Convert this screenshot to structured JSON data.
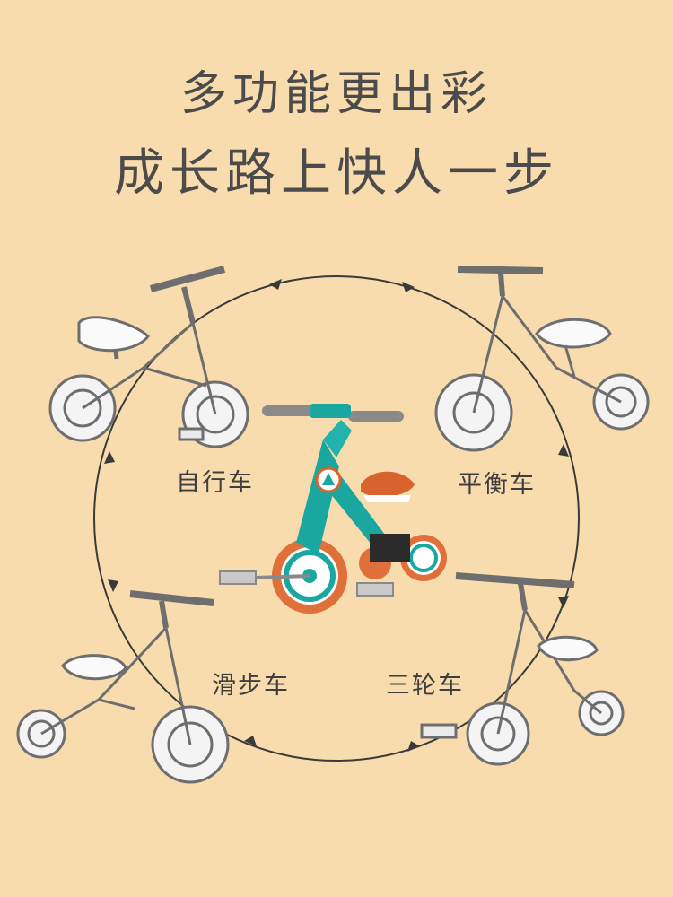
{
  "headline": {
    "line1": "多功能更出彩",
    "line2": "成长路上快人一步"
  },
  "modes": [
    {
      "label": "自行车"
    },
    {
      "label": "平衡车"
    },
    {
      "label": "滑步车"
    },
    {
      "label": "三轮车"
    }
  ],
  "colors": {
    "background": "#f8dcae",
    "headline_text": "#4b4b4b",
    "frame_teal": "#1aa7a0",
    "seat_orange": "#d9632c",
    "tire_orange": "#e0703a",
    "sketch_line": "#6e6e6e"
  }
}
